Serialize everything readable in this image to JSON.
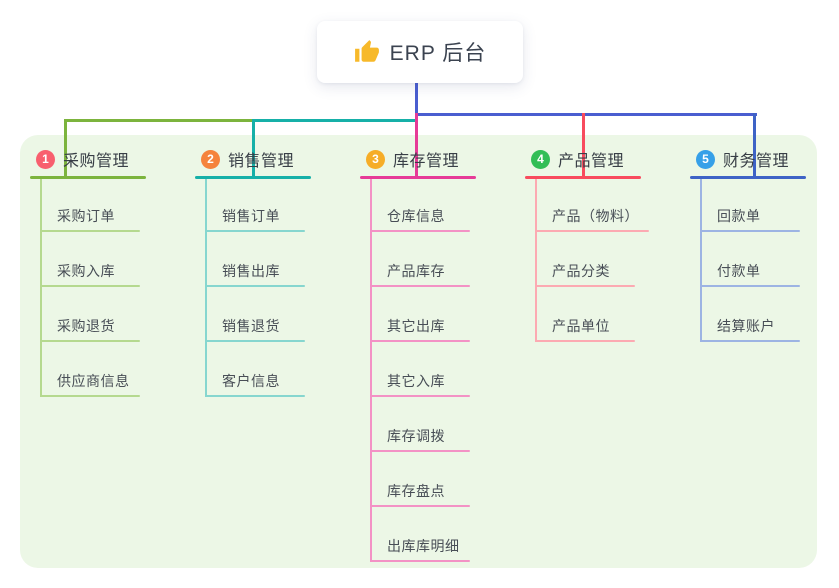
{
  "root": {
    "title": "ERP 后台",
    "icon": "thumbs-up-icon",
    "icon_color": "#f7b92a",
    "connector_color": "#4a5ed0"
  },
  "panel": {
    "background": "#ecf7e6"
  },
  "branches": [
    {
      "badge": "1",
      "badge_color": "#f85f6e",
      "label": "采购管理",
      "line_color": "#7cb43d",
      "child_line_color": "#b5d98f",
      "children": [
        "采购订单",
        "采购入库",
        "采购退货",
        "供应商信息"
      ]
    },
    {
      "badge": "2",
      "badge_color": "#f5833c",
      "label": "销售管理",
      "line_color": "#16b0a8",
      "child_line_color": "#86d6cf",
      "children": [
        "销售订单",
        "销售出库",
        "销售退货",
        "客户信息"
      ]
    },
    {
      "badge": "3",
      "badge_color": "#f6ad27",
      "label": "库存管理",
      "line_color": "#e63b97",
      "child_line_color": "#f392c5",
      "children": [
        "仓库信息",
        "产品库存",
        "其它出库",
        "其它入库",
        "库存调拨",
        "库存盘点",
        "出库库明细"
      ]
    },
    {
      "badge": "4",
      "badge_color": "#32be56",
      "label": "产品管理",
      "line_color": "#f84b5e",
      "child_line_color": "#fcaab2",
      "children": [
        "产品（物料）",
        "产品分类",
        "产品单位"
      ]
    },
    {
      "badge": "5",
      "badge_color": "#36a0e8",
      "label": "财务管理",
      "line_color": "#3e63c6",
      "child_line_color": "#9db4e3",
      "children": [
        "回款单",
        "付款单",
        "结算账户"
      ]
    }
  ]
}
